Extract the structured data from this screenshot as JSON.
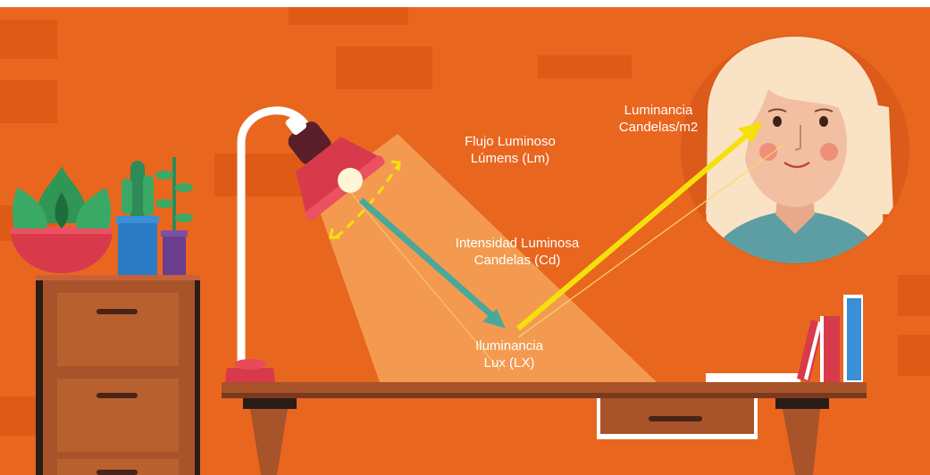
{
  "labels": {
    "flujo": {
      "line1": "Flujo Luminoso",
      "line2": "Lúmens (Lm)"
    },
    "intensidad": {
      "line1": "Intensidad Luminosa",
      "line2": "Candelas (Cd)"
    },
    "iluminancia": {
      "line1": "Iluminancia",
      "line2": "Lux (LX)"
    },
    "luminancia": {
      "line1": "Luminancia",
      "line2": "Candelas/m2"
    }
  },
  "colors": {
    "background": "#e9661f",
    "bricks": "#de5a17",
    "light_cone": "#f39a50",
    "intensity_arrow": "#4aa89a",
    "luminance_arrow": "#f5e10a",
    "lamp_red": "#d83a4c",
    "wood": "#a8532a",
    "wood_dark": "#6e3520",
    "face_circle": "#dc5a1a",
    "hair": "#fae3c4",
    "skin": "#f3bfa2",
    "shirt": "#5c9ea3",
    "pot_blue": "#2b7cc4",
    "pot_purple": "#6a3d8d",
    "leaf_green": "#2e8b57"
  },
  "icons": [
    "desk-lamp-icon",
    "plant-icon",
    "cactus-icon",
    "woman-face-icon",
    "books-icon",
    "drawer-cabinet-icon",
    "desk-icon"
  ]
}
